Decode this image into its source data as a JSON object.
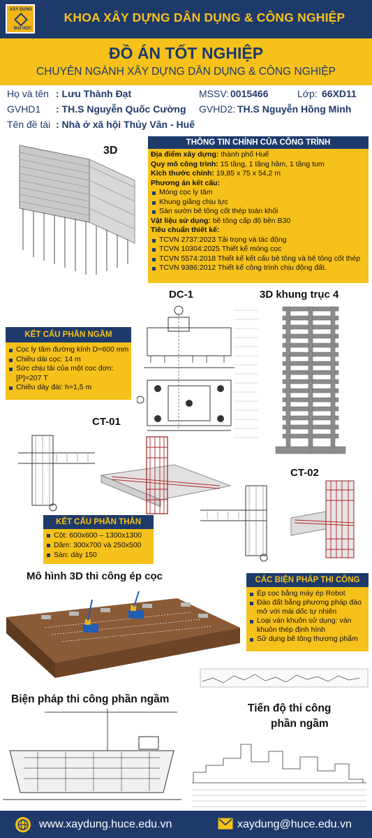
{
  "header": {
    "logo_text": "XÂY DỰNG",
    "logo_sub": "ĐẠI HỌC",
    "title": "KHOA XÂY DỰNG DÂN DỤNG & CÔNG NGHIỆP"
  },
  "banner": {
    "title": "ĐỒ ÁN TỐT NGHIỆP",
    "subtitle": "CHUYÊN NGÀNH XÂY DỰNG DÂN DỤNG & CÔNG NGHIỆP"
  },
  "student": {
    "name_label": "Họ và tên",
    "name_value": ": Lưu Thành Đạt",
    "mssv_label": "MSSV:",
    "mssv_value": "0015466",
    "class_label": "Lớp:",
    "class_value": "66XD11",
    "gvhd1_label": "GVHD1",
    "gvhd1_value": ": TH.S Nguyễn Quốc Cường",
    "gvhd2_label": "GVHD2:",
    "gvhd2_value": "TH.S Nguyễn Hồng Minh",
    "topic_label": "Tên đề tài",
    "topic_value": ": Nhà ở xã hội Thủy Vân - Huế"
  },
  "captions": {
    "c3d": "3D",
    "dc1": "DC-1",
    "frame": "3D khung trục 4",
    "ct01": "CT-01",
    "ct02": "CT-02",
    "pile_model": "Mô hình 3D thi công ép cọc",
    "sub_method": "Biện pháp thi công phần ngầm",
    "schedule_l1": "Tiến độ thi công",
    "schedule_l2": "phần ngầm"
  },
  "main_info": {
    "title": "THÔNG TIN CHÍNH CỦA CÔNG TRÌNH",
    "location_label": "Địa điểm xây dựng:",
    "location_value": " thành phố Huế",
    "scale_label": "Quy mô công trình:",
    "scale_value": " 15 tầng, 1 tầng hầm, 1 tầng tum",
    "size_label": "Kích thước chính:",
    "size_value": " 19,85 x 75 x 54,2 m",
    "structure_label": "Phương án kết cấu:",
    "structure_items": [
      "Móng cọc ly tâm",
      "Khung giằng chịu lực",
      "Sàn sườn bê tông cốt thép toàn khối"
    ],
    "material_label": "Vật liệu sử dụng:",
    "material_value": " bê tông cấp độ bền B30",
    "standards_label": "Tiêu chuẩn thiết kế:",
    "standards": [
      "TCVN 2737:2023 Tải trọng và tác động",
      "TCVN 10304:2025 Thiết kế móng cọc",
      "TCVN 5574:2018 Thiết kế kết cấu bê tông và bê tông cốt thép",
      "TCVN 9386:2012 Thiết kế công trình chịu động đất."
    ]
  },
  "substructure": {
    "title": "KẾT CẤU PHẦN NGẦM",
    "items": [
      "Cọc ly tâm đường kính D=600 mm",
      "Chiều dài cọc: 14 m",
      "Sức chịu tải của một cọc đơn: [P]=207 T",
      "Chiều dày đài: h=1,5 m"
    ]
  },
  "superstructure": {
    "title": "KẾT CẤU PHẦN THÂN",
    "items": [
      "Cột: 600x600 – 1300x1300",
      "Dầm: 300x700 và 250x500",
      "Sàn: dày 150"
    ]
  },
  "methods": {
    "title": "CÁC BIỆN PHÁP THI CÔNG",
    "items": [
      "Ép cọc bằng máy ép Robot",
      "Đào đất bằng phương pháp đào mở với mái dốc tự nhiên",
      "Loại ván khuôn sử dụng: ván khuôn thép định hình",
      "Sử dụng bê tông thương phẩm"
    ]
  },
  "footer": {
    "website": "www.xaydung.huce.edu.vn",
    "email": "xaydung@huce.edu.vn"
  },
  "colors": {
    "navy": "#1e3a6b",
    "yellow": "#f5c11a",
    "soil": "#7a4a2c"
  }
}
